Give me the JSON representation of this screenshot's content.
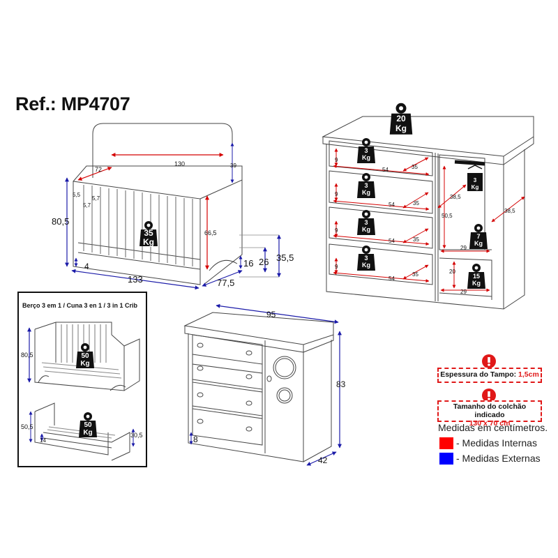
{
  "header": {
    "ref": "Ref.: MP4707"
  },
  "crib": {
    "dims": {
      "d130": "130",
      "d39": "39",
      "d72": "72",
      "d80_5": "80,5",
      "d5_5": "5,5",
      "d5_7a": "5,7",
      "d5_7b": "5,7",
      "d66_5": "66,5",
      "d4": "4",
      "d133": "133",
      "d77_5": "77,5",
      "d16": "16",
      "d26": "26",
      "d35_5": "35,5"
    },
    "load": {
      "value": "35",
      "unit": "Kg"
    }
  },
  "conversion_box": {
    "title": "Berço 3 em 1 / Cuna 3 en 1 / 3 in 1 Crib",
    "bed1": {
      "d80_5": "80,5",
      "load_value": "50",
      "load_unit": "Kg"
    },
    "bed2": {
      "d50_5": "50,5",
      "d30_5": "30,5",
      "d14": "14",
      "load_value": "50",
      "load_unit": "Kg"
    }
  },
  "dresser_open": {
    "top_load": {
      "value": "20",
      "unit": "Kg"
    },
    "drawers": [
      {
        "h": "9",
        "w": "54",
        "d": "35",
        "load_value": "3",
        "load_unit": "Kg"
      },
      {
        "h": "9",
        "w": "54",
        "d": "35",
        "load_value": "3",
        "load_unit": "Kg"
      },
      {
        "h": "9",
        "w": "54",
        "d": "35",
        "load_value": "3",
        "load_unit": "Kg"
      },
      {
        "h": "9",
        "w": "54",
        "d": "35",
        "load_value": "3",
        "load_unit": "Kg"
      }
    ],
    "rod_load": {
      "value": "3",
      "unit": "Kg"
    },
    "d38_5a": "38,5",
    "d50_5": "50,5",
    "d38_5b": "38,5",
    "shelf_load": {
      "value": "7",
      "unit": "Kg"
    },
    "d29a": "29",
    "d20": "20",
    "d29b": "29",
    "bottom_load": {
      "value": "15",
      "unit": "Kg"
    }
  },
  "dresser_closed": {
    "d95": "95",
    "d83": "83",
    "d42": "42",
    "d8": "8"
  },
  "notes": {
    "tampo_label": "Espessura do Tampo: ",
    "tampo_value": "1,5cm",
    "mattress_label": "Tamanho do colchão indicado",
    "mattress_value": "130 x 70 cm"
  },
  "legend": {
    "heading": "Medidas em centímetros.",
    "internal": "- Medidas Internas",
    "external": "- Medidas Externas",
    "internal_color": "#ff0000",
    "external_color": "#0000ff"
  }
}
